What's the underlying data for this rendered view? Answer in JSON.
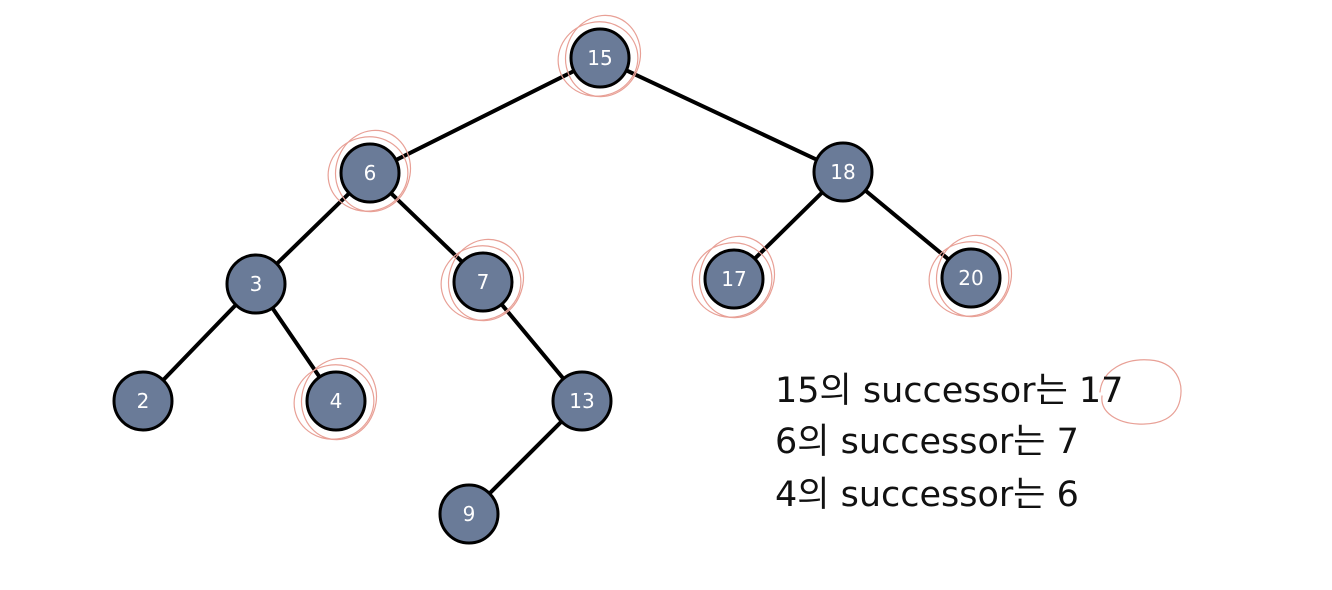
{
  "colors": {
    "node_fill": "#6a7b98",
    "node_stroke": "#000000",
    "edge": "#000000",
    "annotation_circle": "#e8a096",
    "text": "#111111"
  },
  "tree": {
    "nodes": [
      {
        "id": "n15",
        "label": "15",
        "circled": true
      },
      {
        "id": "n6",
        "label": "6",
        "circled": true
      },
      {
        "id": "n18",
        "label": "18",
        "circled": false
      },
      {
        "id": "n3",
        "label": "3",
        "circled": false
      },
      {
        "id": "n7",
        "label": "7",
        "circled": true
      },
      {
        "id": "n17",
        "label": "17",
        "circled": true
      },
      {
        "id": "n20",
        "label": "20",
        "circled": true
      },
      {
        "id": "n2",
        "label": "2",
        "circled": false
      },
      {
        "id": "n4",
        "label": "4",
        "circled": true
      },
      {
        "id": "n13",
        "label": "13",
        "circled": false
      },
      {
        "id": "n9",
        "label": "9",
        "circled": false
      }
    ],
    "edges": [
      [
        "n15",
        "n6"
      ],
      [
        "n15",
        "n18"
      ],
      [
        "n6",
        "n3"
      ],
      [
        "n6",
        "n7"
      ],
      [
        "n18",
        "n17"
      ],
      [
        "n18",
        "n20"
      ],
      [
        "n3",
        "n2"
      ],
      [
        "n3",
        "n4"
      ],
      [
        "n7",
        "n13"
      ],
      [
        "n13",
        "n9"
      ]
    ]
  },
  "notes": [
    "15의 successor는 17",
    "6의 successor는 7",
    "4의 successor는 6"
  ]
}
